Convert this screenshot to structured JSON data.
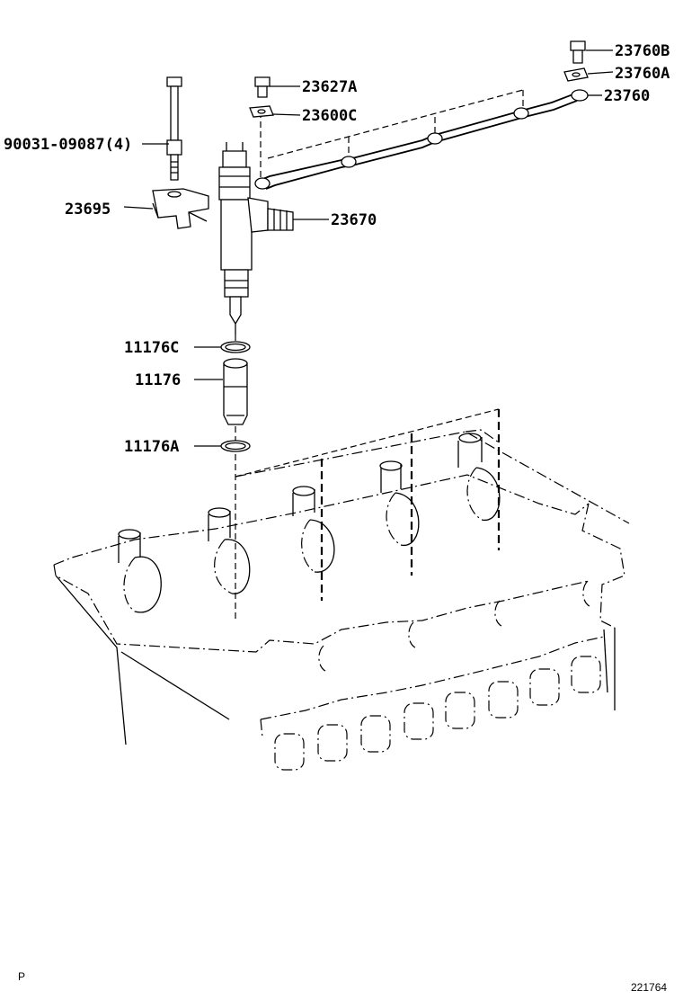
{
  "callouts": {
    "c23760B": "23760B",
    "c23760A": "23760A",
    "c23760": "23760",
    "c23627A": "23627A",
    "c23600C": "23600C",
    "c90031": "90031-09087(4)",
    "c23695": "23695",
    "c23670": "23670",
    "c11176C": "11176C",
    "c11176": "11176",
    "c11176A": "11176A"
  },
  "footer": {
    "left_mark": "P",
    "figure_number": "221764"
  }
}
